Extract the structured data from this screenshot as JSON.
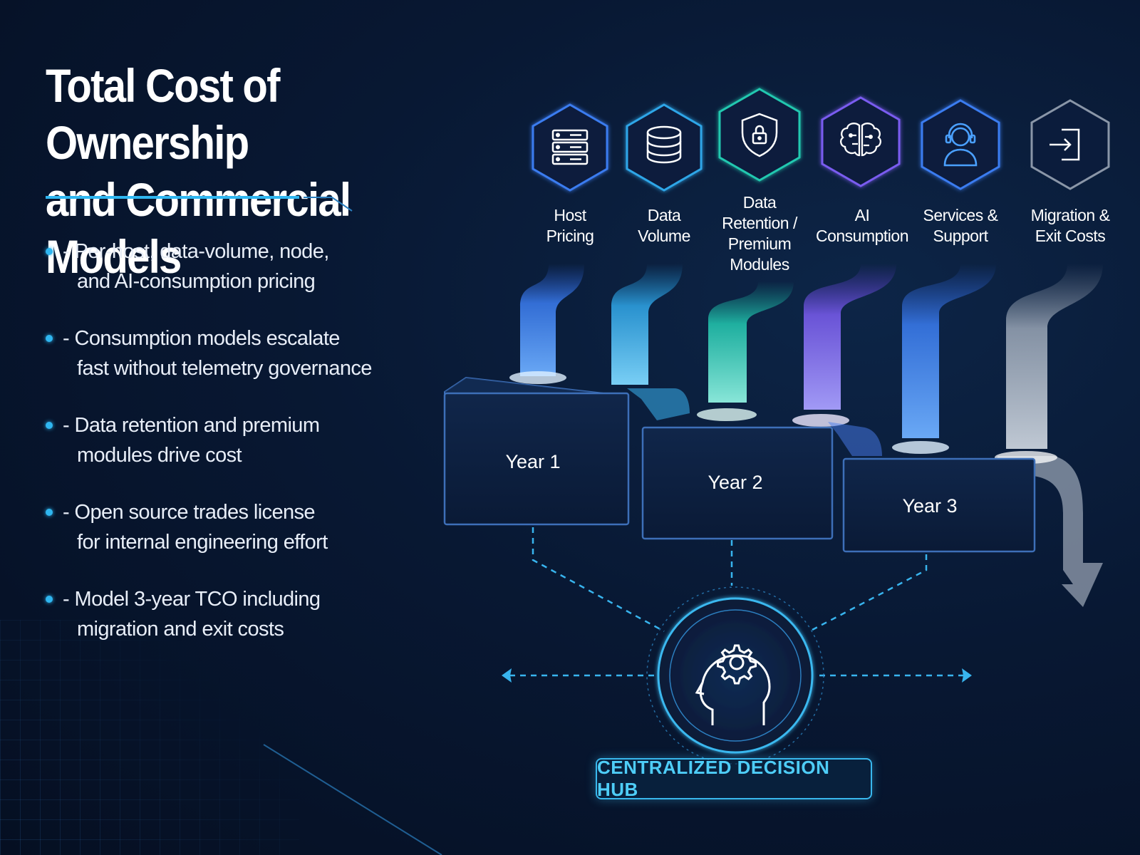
{
  "title": {
    "line1": "Total Cost of Ownership",
    "line2": "and Commercial Models"
  },
  "bullets": [
    {
      "line1": "-  Per-host, data-volume, node,",
      "line2": "and AI-consumption pricing"
    },
    {
      "line1": "-  Consumption models escalate",
      "line2": "fast without telemetry governance"
    },
    {
      "line1": "-  Data retention and premium",
      "line2": "modules drive cost"
    },
    {
      "line1": "-  Open source trades license",
      "line2": "for internal engineering effort"
    },
    {
      "line1": "-  Model 3-year TCO including",
      "line2": "migration and exit costs"
    }
  ],
  "cost_drivers": [
    {
      "label": "Host\nPricing",
      "icon": "server-icon",
      "color": "#3a7cf0"
    },
    {
      "label": "Data\nVolume",
      "icon": "database-icon",
      "color": "#2fa6e8"
    },
    {
      "label": "Data\nRetention /\nPremium\nModules",
      "icon": "shield-lock-icon",
      "color": "#22c8b0"
    },
    {
      "label": "AI\nConsumption",
      "icon": "brain-icon",
      "color": "#7a5cf0"
    },
    {
      "label": "Services &\nSupport",
      "icon": "headset-user-icon",
      "color": "#3a7cf0"
    },
    {
      "label": "Migration &\nExit Costs",
      "icon": "exit-arrow-icon",
      "color": "#9aa7b8"
    }
  ],
  "years": [
    "Year 1",
    "Year 2",
    "Year 3"
  ],
  "hub": {
    "label": "CENTRALIZED DECISION HUB",
    "icon": "head-gear-icon"
  },
  "colors": {
    "background": "#081833",
    "accent": "#2fb6f0",
    "box_fill": "#0c1d3c",
    "box_stroke": "#3d6fb8"
  }
}
